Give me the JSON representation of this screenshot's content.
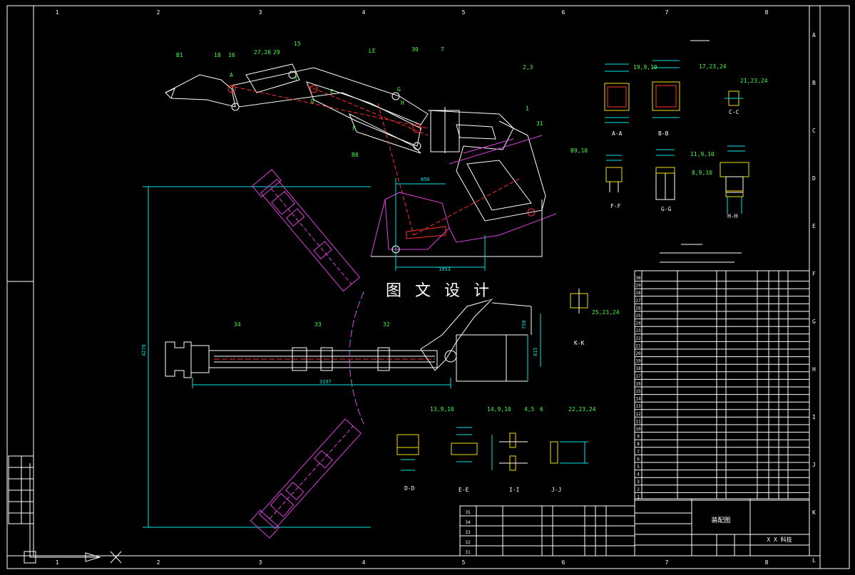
{
  "colors": {
    "background": "#000000",
    "frame": "#ffffff",
    "dimension": "#00e5e5",
    "magenta": "#e040e0",
    "yellow": "#f0e000",
    "red": "#ff3030",
    "green": "#40ff40"
  },
  "watermark": "图 文 设 计",
  "border": {
    "columns": [
      "1",
      "2",
      "3",
      "4",
      "5",
      "6",
      "7",
      "8"
    ],
    "rows": [
      "A",
      "B",
      "C",
      "D",
      "E",
      "F",
      "G",
      "H",
      "I",
      "J",
      "K",
      "L"
    ]
  },
  "section_labels": [
    "A-A",
    "B-B",
    "C-C",
    "F-F",
    "G-G",
    "H-H",
    "K-K",
    "D-D",
    "E-E",
    "I-I",
    "J-J"
  ],
  "callouts": [
    "B1",
    "18",
    "16",
    "27,26",
    "29",
    "15",
    "LE",
    "30",
    "7",
    "2,3",
    "1",
    "31",
    "B8",
    "F",
    "D",
    "E",
    "G",
    "H",
    "A",
    "C",
    "B9,10",
    "19,9,10",
    "17,23,24",
    "21,23,24",
    "11,9,10",
    "8,9,10",
    "25,23,24",
    "13,9,10",
    "14,9,10",
    "4,5",
    "6",
    "22,23,24",
    "34",
    "33",
    "32"
  ],
  "dimensions": [
    "850",
    "1053",
    "3197",
    "4278",
    "750",
    "815"
  ],
  "title_block": {
    "drawing_name": "装配图",
    "company": "X X 科技"
  },
  "parts_table_numbers": [
    "38",
    "29",
    "28",
    "27",
    "26",
    "25",
    "24",
    "23",
    "22",
    "21",
    "20",
    "19",
    "18",
    "17",
    "16",
    "15",
    "14",
    "13",
    "12",
    "11",
    "10",
    "9",
    "8",
    "7",
    "6",
    "5",
    "4",
    "3",
    "2",
    "1"
  ],
  "lower_table_numbers": [
    "35",
    "34",
    "33",
    "32",
    "31"
  ]
}
